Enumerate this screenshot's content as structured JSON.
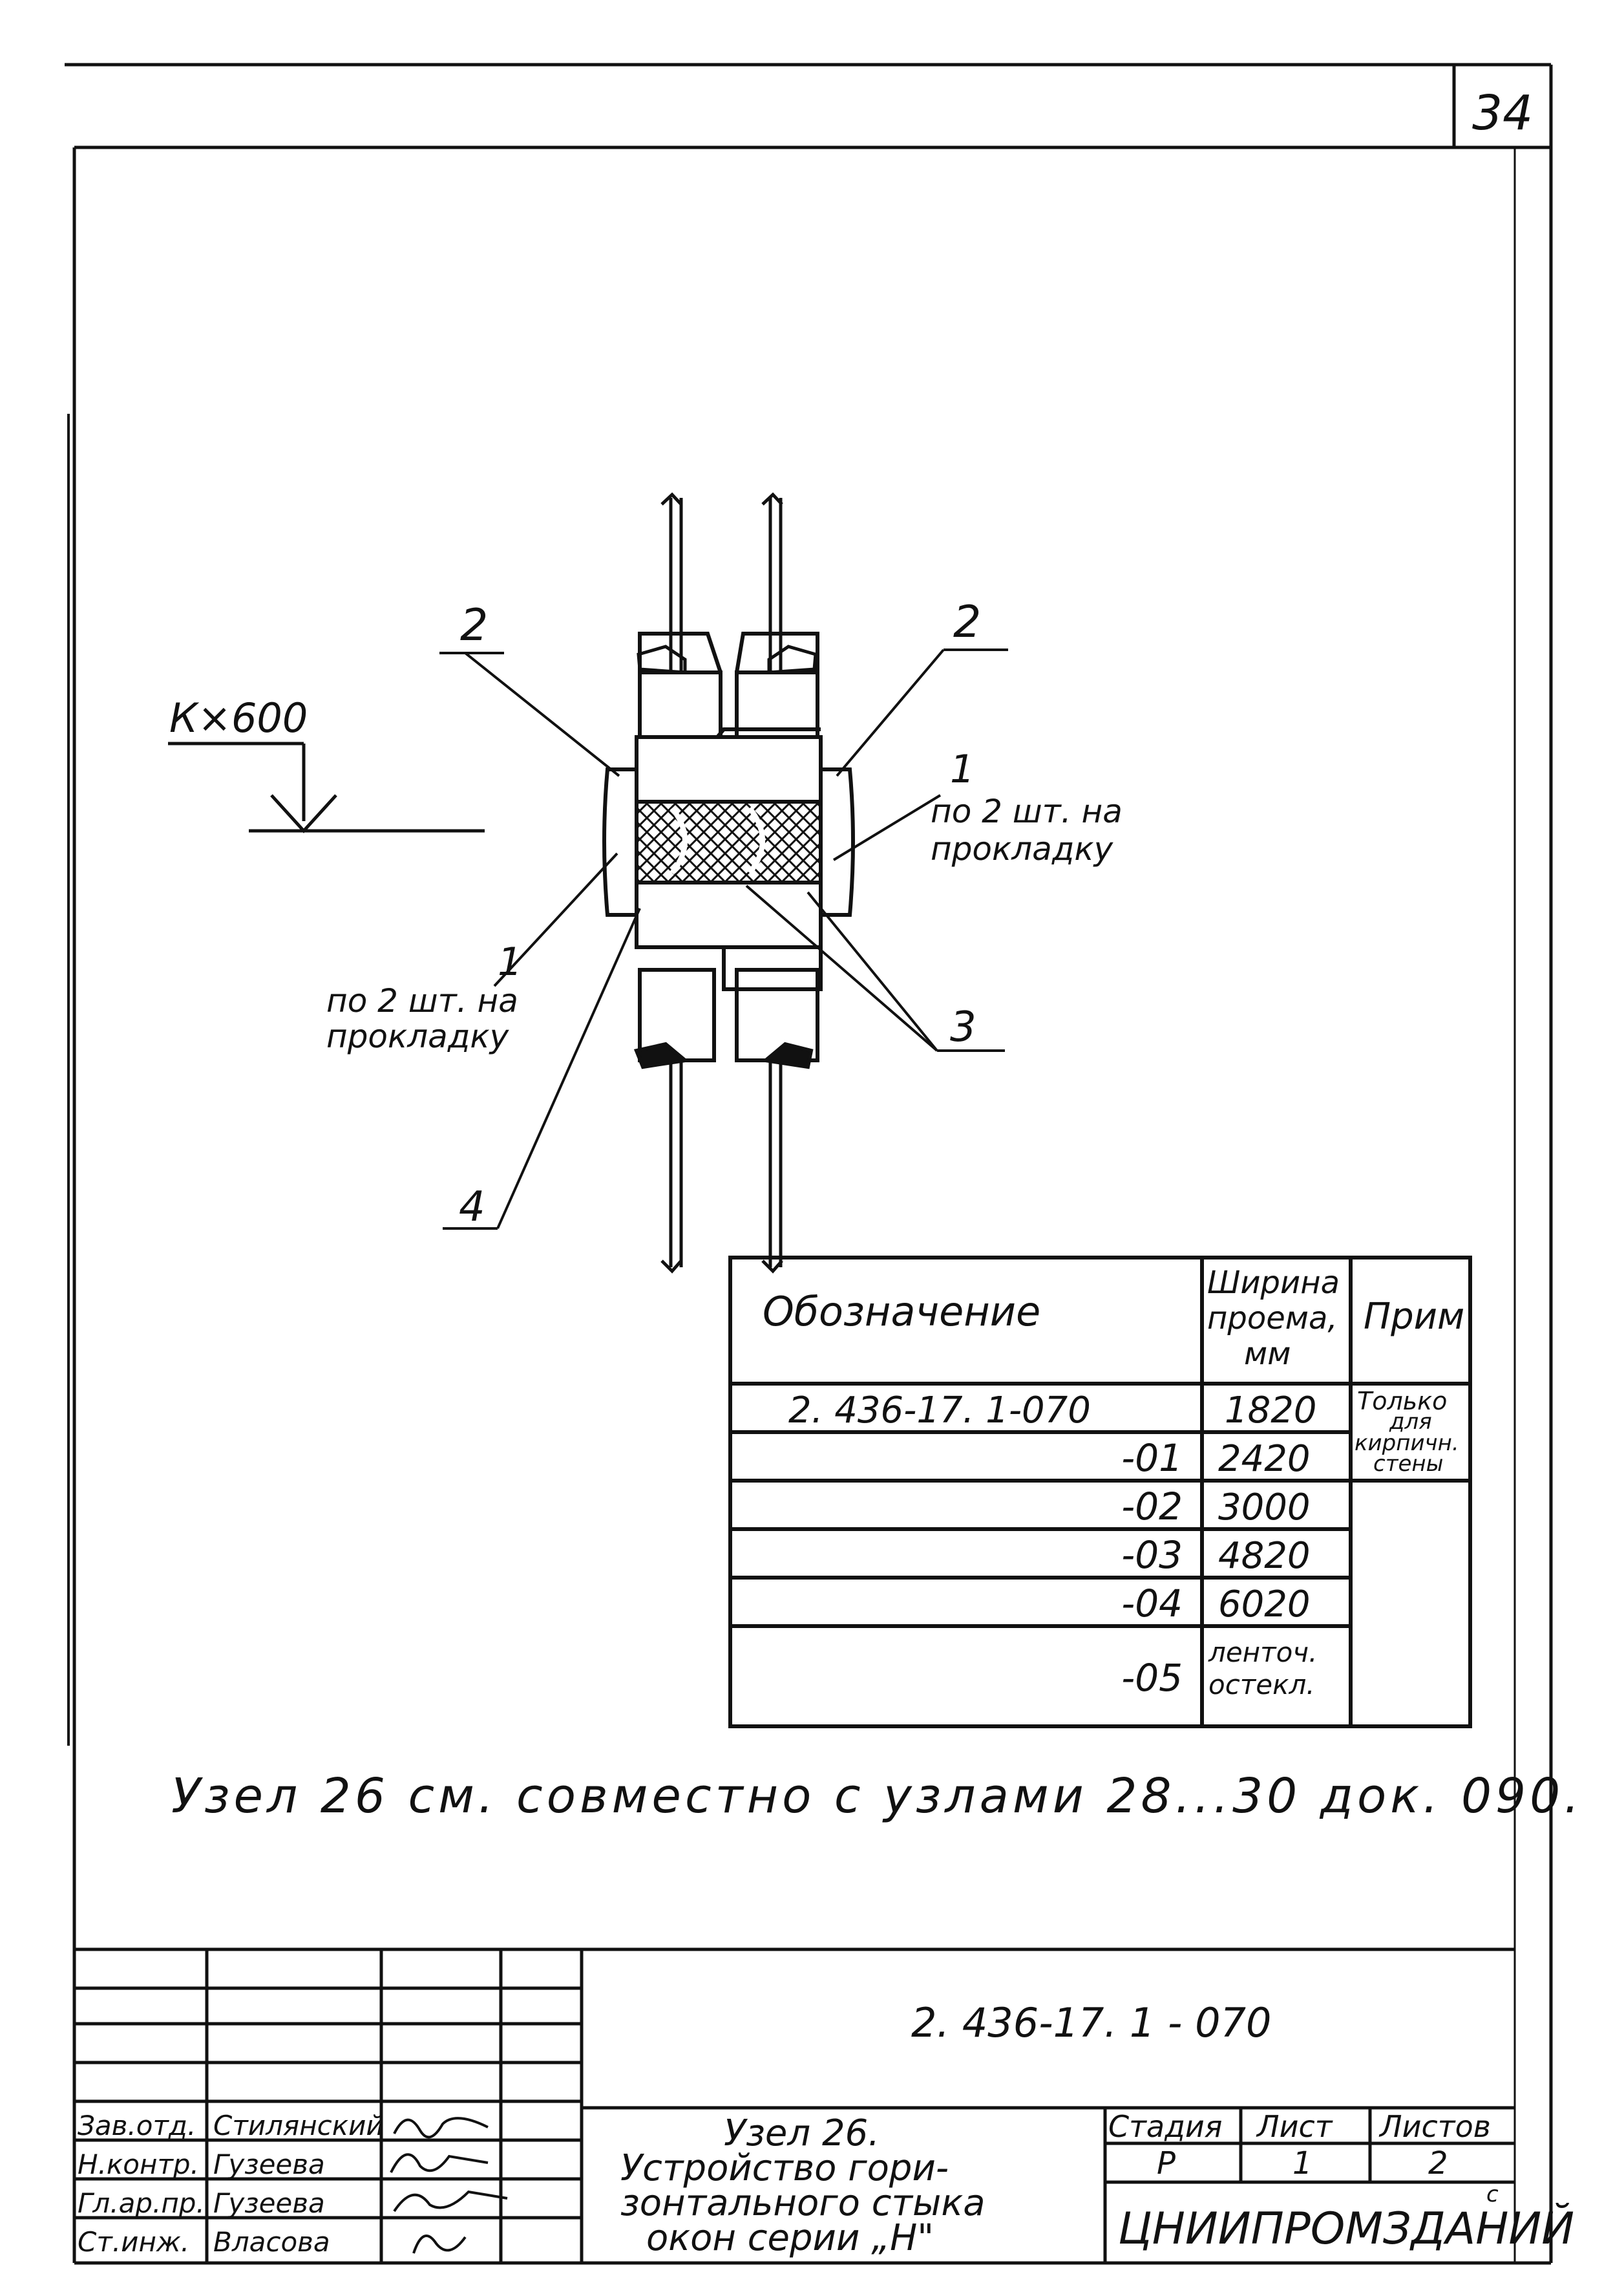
{
  "sheet": {
    "page_number": "34",
    "footnote": "Узел 26 см. совместно с узлами 28...30 док. 090."
  },
  "detail": {
    "scale_label": "К×600",
    "callouts": {
      "c2_left": "2",
      "c2_right": "2",
      "c1_right": "1",
      "c1_right_note_1": "по 2 шт. на",
      "c1_right_note_2": "прокладку",
      "c1_left": "1",
      "c1_left_note_1": "по 2 шт. на",
      "c1_left_note_2": "прокладку",
      "c3": "3",
      "c4": "4"
    }
  },
  "spec_table": {
    "headers": {
      "designation": "Обозначение",
      "width_1": "Ширина",
      "width_2": "проема,",
      "width_3": "мм",
      "note": "Прим"
    },
    "rows": [
      {
        "designation": "2. 436-17. 1-070",
        "width": "1820"
      },
      {
        "designation": "-01",
        "width": "2420"
      },
      {
        "designation": "-02",
        "width": "3000"
      },
      {
        "designation": "-03",
        "width": "4820"
      },
      {
        "designation": "-04",
        "width": "6020"
      },
      {
        "designation": "-05",
        "width_1": "ленточ.",
        "width_2": "остекл."
      }
    ],
    "note_lines": [
      "Только",
      "для",
      "кирпичн.",
      "стены"
    ]
  },
  "title_block": {
    "doc_code": "2. 436-17. 1 - 070",
    "title_1": "Узел 26.",
    "title_2": "Устройство гори-",
    "title_3": "зонтального стыка",
    "title_4": "окон серии „Н\"",
    "stage_label": "Стадия",
    "sheet_label": "Лист",
    "sheets_label": "Листов",
    "stage": "Р",
    "sheet": "1",
    "sheets": "2",
    "organization": "ЦНИИПРОМЗДАНИЙ",
    "org_mark": "с",
    "staff": [
      {
        "role": "Зав.отд.",
        "name": "Стилянский"
      },
      {
        "role": "Н.контр.",
        "name": "Гузеева"
      },
      {
        "role": "Гл.ар.пр.",
        "name": "Гузеева"
      },
      {
        "role": "Ст.инж.",
        "name": "Власова"
      }
    ]
  }
}
